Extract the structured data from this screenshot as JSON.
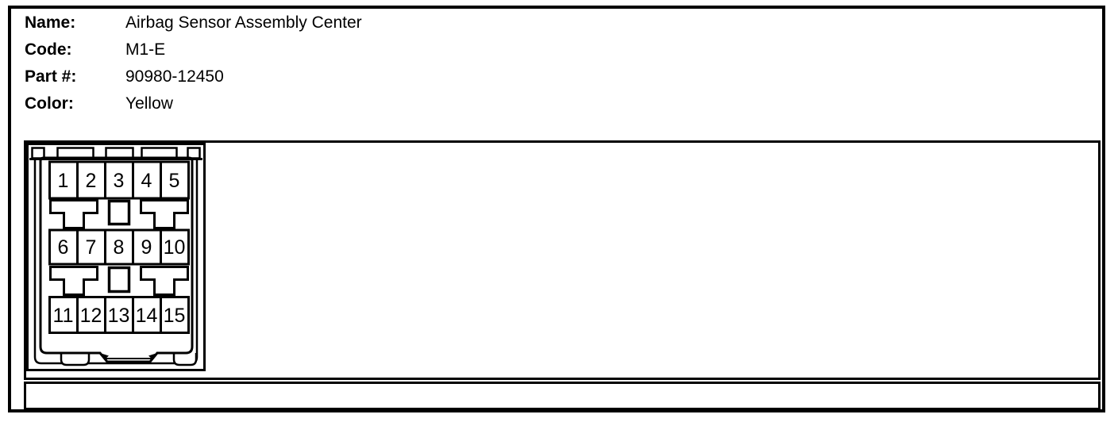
{
  "page": {
    "background": "#ffffff",
    "line_color": "#000000"
  },
  "header": {
    "fields": [
      {
        "label": "Name:",
        "value": "Airbag Sensor Assembly Center"
      },
      {
        "label": "Code:",
        "value": "M1-E"
      },
      {
        "label": "Part #:",
        "value": "90980-12450"
      },
      {
        "label": "Color:",
        "value": "Yellow"
      }
    ]
  },
  "diagram": {
    "kind": "connector-face-view",
    "rows": [
      {
        "pins": [
          "1",
          "2",
          "3",
          "4",
          "5"
        ]
      },
      {
        "pins": [
          "6",
          "7",
          "8",
          "9",
          "10"
        ]
      },
      {
        "pins": [
          "11",
          "12",
          "13",
          "14",
          "15"
        ]
      }
    ]
  }
}
